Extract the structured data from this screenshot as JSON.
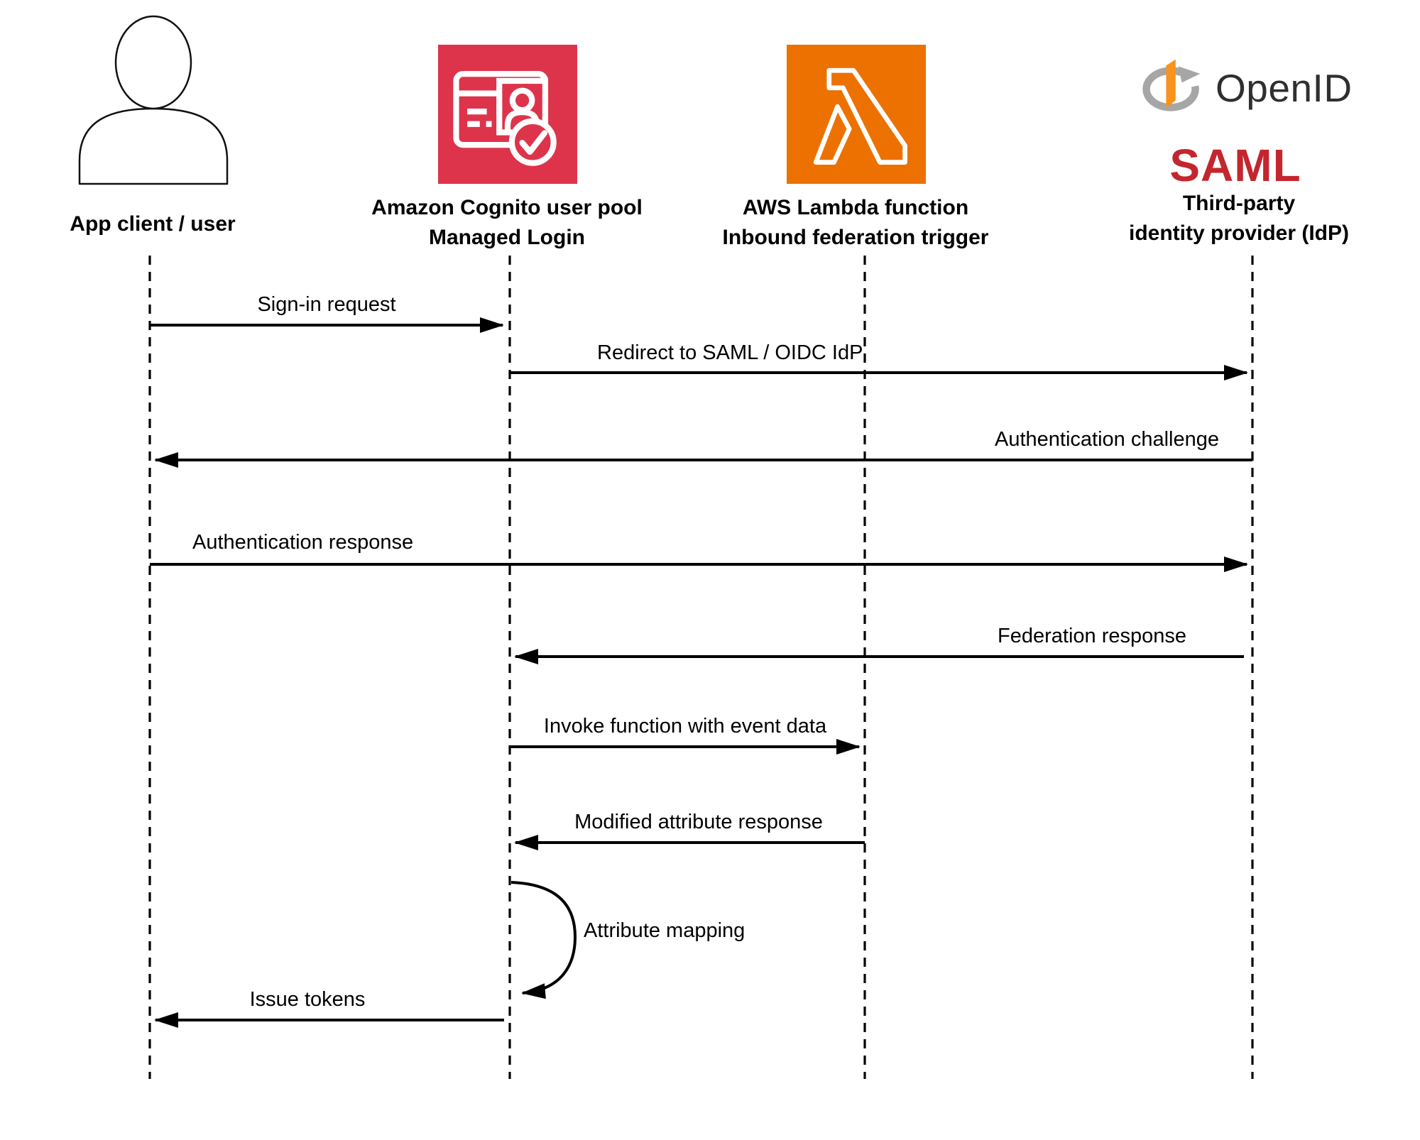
{
  "diagram": {
    "type": "sequence",
    "actors": [
      {
        "id": "app-client",
        "line1": "App client / user",
        "line2": "",
        "icon": "user-icon"
      },
      {
        "id": "cognito",
        "line1": "Amazon Cognito user pool",
        "line2": "Managed Login",
        "icon": "cognito-icon"
      },
      {
        "id": "lambda",
        "line1": "AWS Lambda function",
        "line2": "Inbound federation trigger",
        "icon": "lambda-icon"
      },
      {
        "id": "idp",
        "line1": "Third-party",
        "line2": "identity provider (IdP)",
        "icon": "openid-saml-logos"
      }
    ],
    "logos": {
      "openid": "OpenID",
      "saml": "SAML"
    },
    "messages": [
      {
        "label": "Sign-in request",
        "from": "app-client",
        "to": "cognito"
      },
      {
        "label": "Redirect to SAML / OIDC IdP",
        "from": "cognito",
        "to": "idp"
      },
      {
        "label": "Authentication challenge",
        "from": "idp",
        "to": "app-client"
      },
      {
        "label": "Authentication response",
        "from": "app-client",
        "to": "idp"
      },
      {
        "label": "Federation response",
        "from": "idp",
        "to": "cognito"
      },
      {
        "label": "Invoke function with event data",
        "from": "cognito",
        "to": "lambda"
      },
      {
        "label": "Modified attribute response",
        "from": "lambda",
        "to": "cognito"
      },
      {
        "label": "Attribute mapping",
        "from": "cognito",
        "to": "cognito"
      },
      {
        "label": "Issue tokens",
        "from": "cognito",
        "to": "app-client"
      }
    ],
    "colors": {
      "cognito_red": "#DD344C",
      "lambda_orange": "#ED7100",
      "openid_orange": "#F7931E",
      "openid_gray": "#A6A6A6",
      "saml_red": "#C4262E",
      "line_black": "#000000"
    }
  }
}
